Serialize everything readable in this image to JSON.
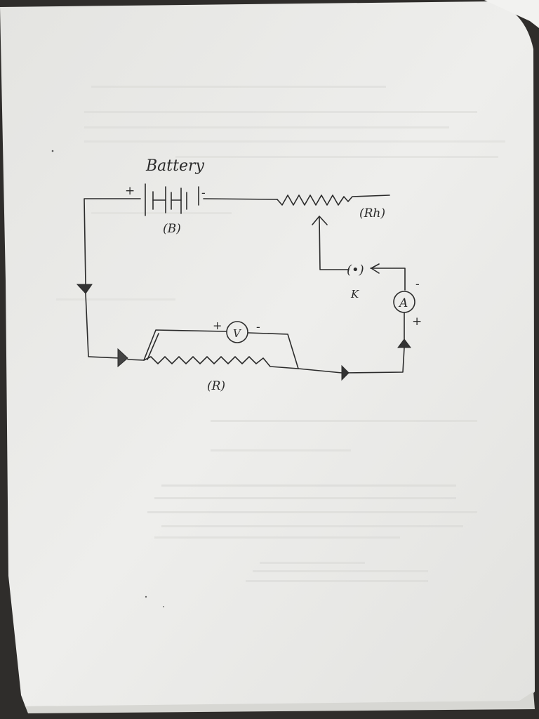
{
  "diagram": {
    "labels": {
      "battery_title": "Battery",
      "battery_symbol": "(B)",
      "battery_plus": "+",
      "battery_minus": "-",
      "rheostat": "(Rh)",
      "key_symbol": "(•)",
      "key_label": "K",
      "ammeter": "A",
      "ammeter_minus": "-",
      "ammeter_plus": "+",
      "voltmeter": "V",
      "voltmeter_plus": "+",
      "voltmeter_minus": "-",
      "resistor": "(R)"
    }
  },
  "colors": {
    "paper": "#ececea",
    "ink": "#2b2b2b",
    "background": "#2f2d2b"
  }
}
